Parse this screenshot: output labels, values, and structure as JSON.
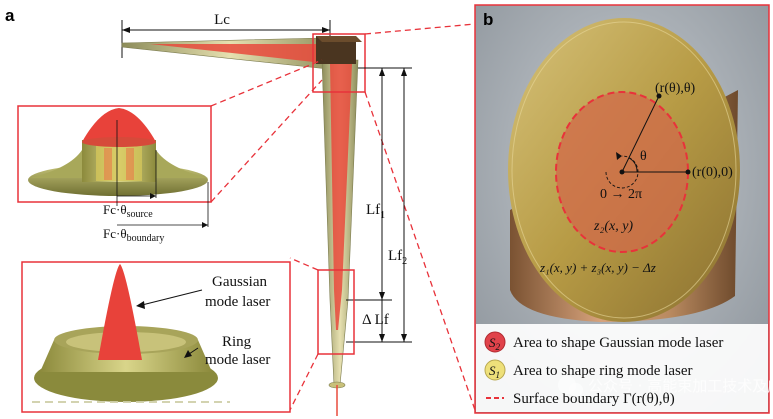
{
  "panel_a": {
    "letter": "a",
    "lc": "Lc",
    "lf1": "Lf",
    "lf1_sub": "1",
    "lf2": "Lf",
    "lf2_sub": "2",
    "delta_lf": "Δ Lf",
    "fc_source": "Fc·θ",
    "fc_source_sub": "source",
    "fc_boundary": "Fc·θ",
    "fc_boundary_sub": "boundary",
    "gaussian_label_1": "Gaussian",
    "gaussian_label_2": "mode laser",
    "ring_label_1": "Ring",
    "ring_label_2": "mode laser"
  },
  "panel_b": {
    "letter": "b",
    "r_theta": "(r(θ),θ)",
    "r_zero": "(r(0),0)",
    "theta": "θ",
    "range": "0 → 2π",
    "z2": "z₂(x, y)",
    "z_eq": "z₁(x, y) + z₃(x, y) − Δz"
  },
  "legend": {
    "s2_symbol": "S",
    "s2_sub": "2",
    "s2_text": "Area to shape Gaussian mode laser",
    "s1_symbol": "S",
    "s1_sub": "1",
    "s1_text": "Area to shape ring mode laser",
    "boundary_text": "Surface boundary Γ(r(θ),θ)"
  },
  "watermark": "公众号 · 高能束加工技术及应用",
  "colors": {
    "highlight_red": "#e8323a",
    "beam_red": "#e84a3c",
    "gold": "#b9a04a",
    "olive": "#8a8a3c"
  }
}
